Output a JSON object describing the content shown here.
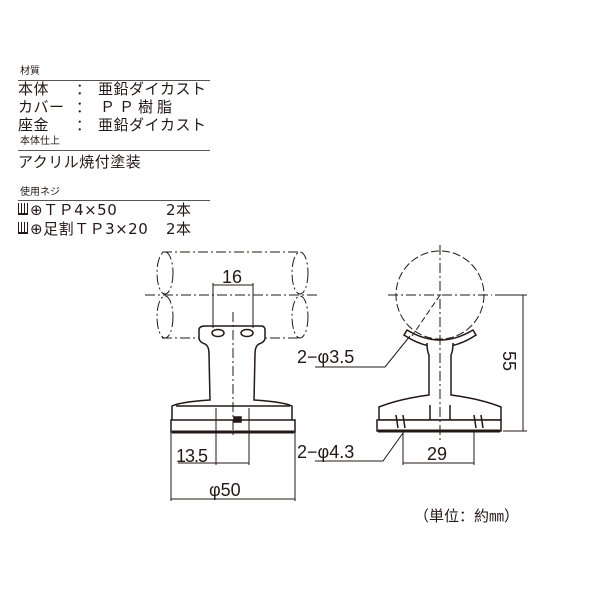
{
  "spec": {
    "material_heading": "材質",
    "materials": [
      {
        "part": "本体",
        "sep": "：",
        "value": "亜鉛ダイカスト"
      },
      {
        "part": "カバー",
        "sep": "：",
        "value": "ＰＰ樹脂"
      },
      {
        "part": "座金",
        "sep": "：",
        "value": "亜鉛ダイカスト"
      }
    ],
    "finish_heading": "本体仕上",
    "finish": "アクリル焼付塗装",
    "screws_heading": "使用ネジ",
    "screws": [
      {
        "icon": "screw-head-icon",
        "name": "⊕ＴＰ4×50",
        "qty": "2本"
      },
      {
        "icon": "screw-head-icon",
        "name": "⊕足割ＴＰ3×20",
        "qty": "2本"
      }
    ]
  },
  "drawing": {
    "dim_16": "16",
    "dim_13_5": "13.5",
    "dim_phi50": "φ50",
    "dim_hole_3_5": "2−φ3.5",
    "dim_hole_4_3": "2−φ4.3",
    "dim_29": "29",
    "dim_55": "55",
    "unit": "（単位：約㎜）"
  }
}
